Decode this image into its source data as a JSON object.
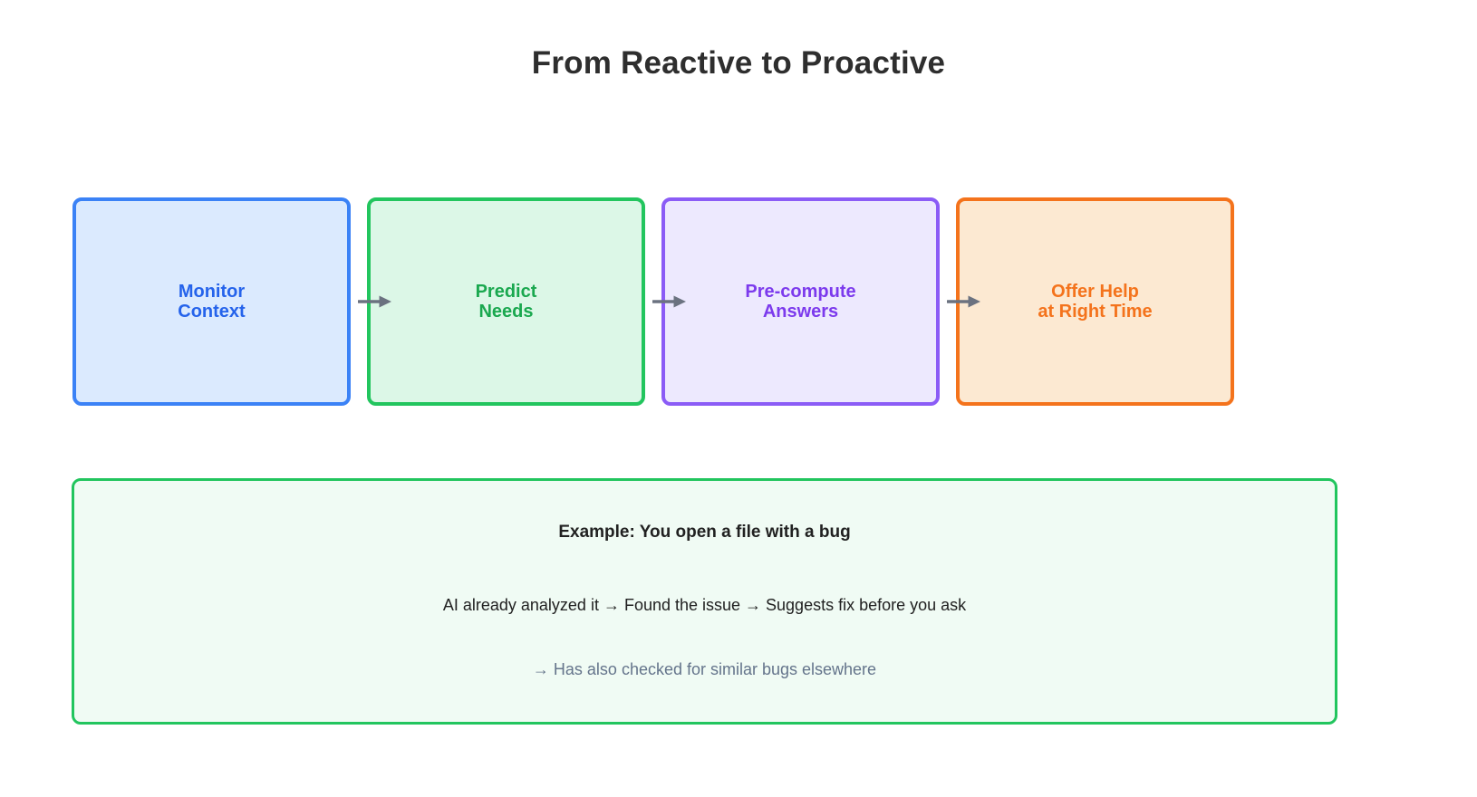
{
  "title": "From Reactive to Proactive",
  "flow": {
    "arrow_color": "#6b7280",
    "arrow_icon": "right-arrow",
    "steps": [
      {
        "id": "monitor-context",
        "lines": [
          "Monitor",
          "Context"
        ],
        "border_color": "#3b82f6",
        "fill_color": "#dbeafe",
        "text_color": "#2563eb"
      },
      {
        "id": "predict-needs",
        "lines": [
          "Predict",
          "Needs"
        ],
        "border_color": "#22c55e",
        "fill_color": "#dcf7e7",
        "text_color": "#1aa84f"
      },
      {
        "id": "precompute-answers",
        "lines": [
          "Pre-compute",
          "Answers"
        ],
        "border_color": "#8b5cf6",
        "fill_color": "#ede9fe",
        "text_color": "#7c3aed"
      },
      {
        "id": "offer-help",
        "lines": [
          "Offer Help",
          "at Right Time"
        ],
        "border_color": "#f4731c",
        "fill_color": "#fce9d2",
        "text_color": "#f4731c"
      }
    ]
  },
  "example": {
    "border_color": "#22c55e",
    "fill_color": "#f0fbf4",
    "heading": "Example: You open a file with a bug",
    "flow_line": "AI already analyzed it → Found the issue → Suggests fix before you ask",
    "extra_line": "→ Has also checked for similar bugs elsewhere",
    "extra_line_color": "#64748b"
  }
}
